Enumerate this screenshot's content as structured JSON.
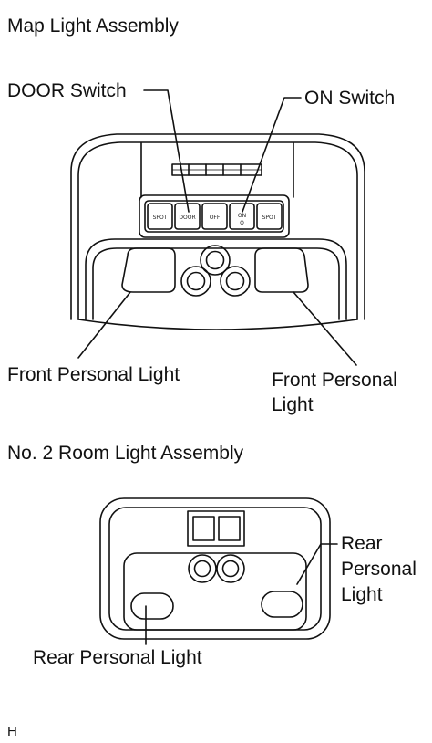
{
  "figure": {
    "map_light": {
      "title": "Map Light Assembly",
      "callouts": {
        "door_switch": "DOOR Switch",
        "on_switch": "ON Switch",
        "front_left": "Front Personal Light",
        "front_right_line1": "Front Personal",
        "front_right_line2": "Light"
      },
      "buttons": [
        "SPOT",
        "DOOR",
        "OFF",
        "ON",
        "SPOT"
      ],
      "on_button_sub": "O"
    },
    "room_light": {
      "title": "No. 2 Room Light Assembly",
      "callouts": {
        "rear_right_line1": "Rear",
        "rear_right_line2": "Personal",
        "rear_right_line3": "Light",
        "rear_bottom": "Rear Personal Light"
      }
    },
    "code": "H"
  }
}
